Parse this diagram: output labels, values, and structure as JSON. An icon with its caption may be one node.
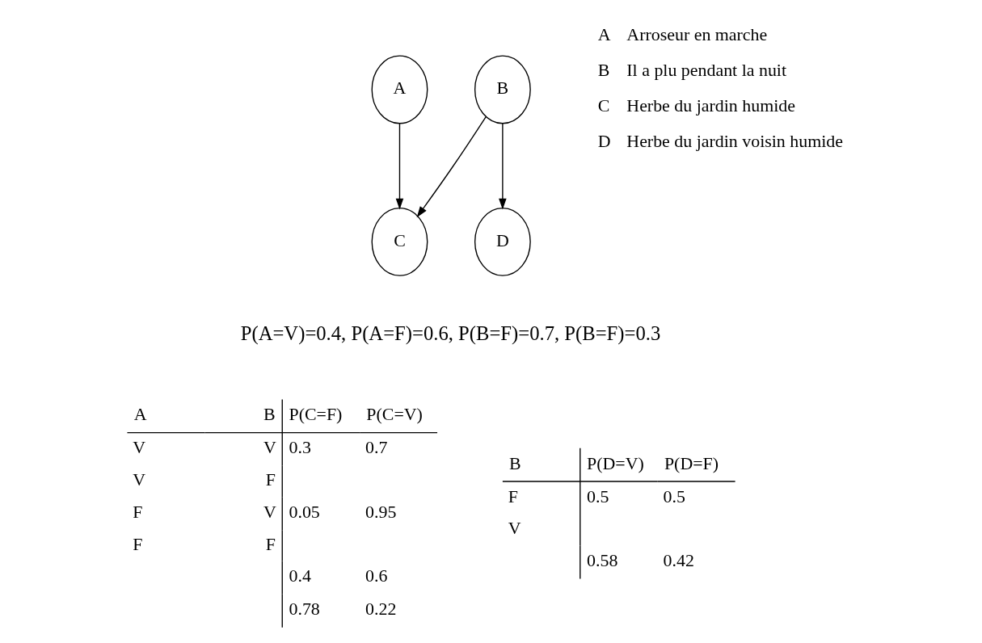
{
  "diagram": {
    "nodes": [
      {
        "text": [
          "A"
        ]
      },
      {
        "text": [
          "B"
        ]
      },
      {
        "text": [
          "C"
        ]
      },
      {
        "text": [
          "D"
        ]
      }
    ],
    "edges": [
      {
        "from": 0,
        "to": 2,
        "arrow": "to"
      },
      {
        "from": 1,
        "to": 2,
        "arrow": "to"
      },
      {
        "from": 1,
        "to": 3,
        "arrow": "to"
      }
    ],
    "labels": [
      "A",
      "Arroseur en marche",
      "B",
      "Il a plu pendant la nuit",
      "C",
      "Herbe du jardin humide",
      "D",
      "Herbe du jardin voisin humide",
      "P(A=V)=0.4, P(A=F)=0.6, P(B=F)=0.7, P(B=F)=0.3",
      "A",
      "B",
      "P(C=F)",
      "P(C=V)",
      "V",
      "V",
      "0.3",
      "0.7",
      "V",
      "F",
      "F",
      "V",
      "0.05",
      "0.95",
      "F",
      "F",
      "0.4",
      "0.6",
      "0.78",
      "0.22",
      "B",
      "P(D=V)",
      "P(D=F)",
      "F",
      "0.5",
      "0.5",
      "V",
      "0.58",
      "0.42"
    ]
  }
}
